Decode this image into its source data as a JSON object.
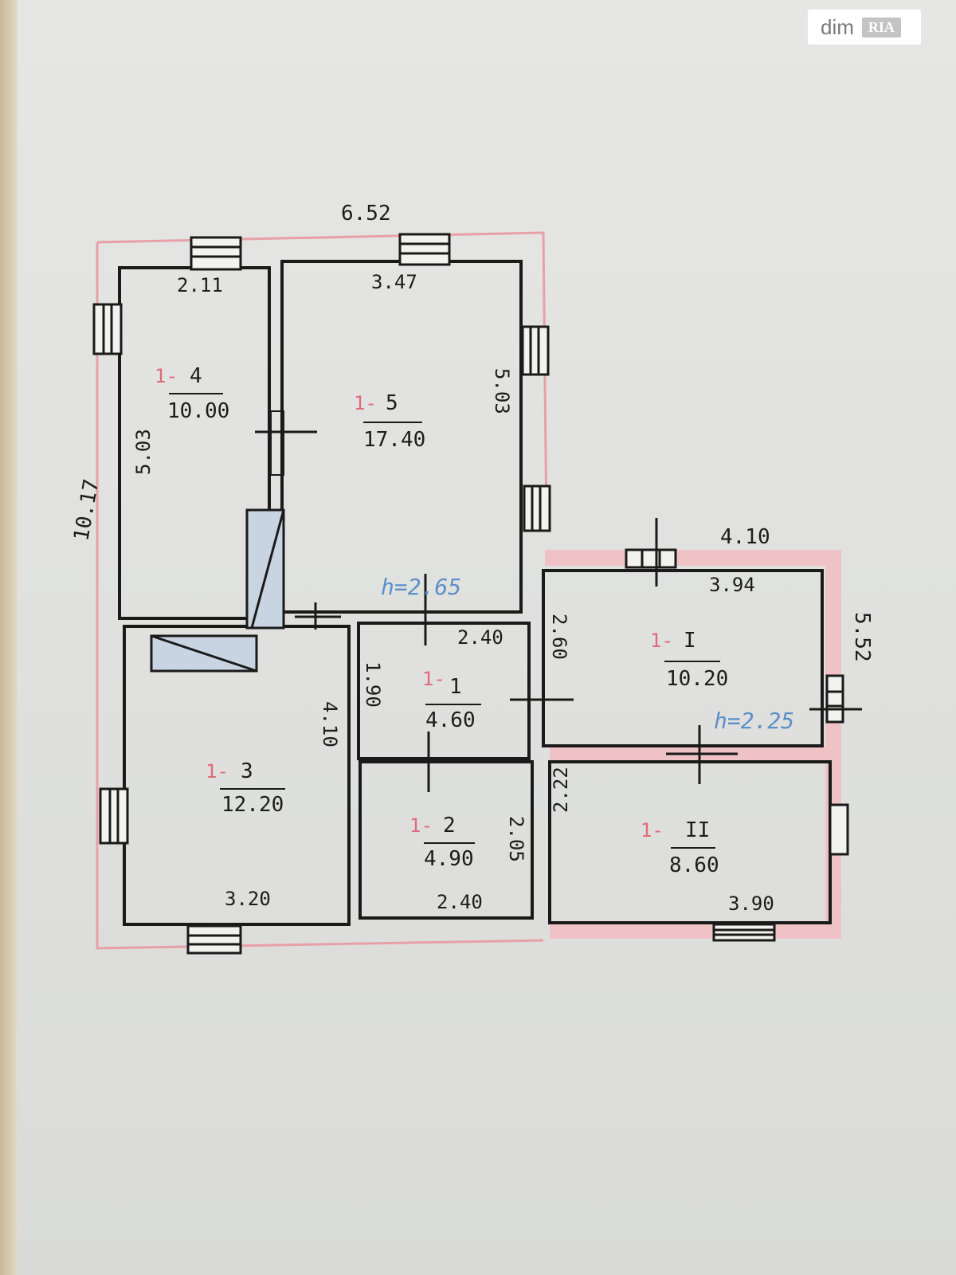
{
  "watermark": {
    "brand_left": "dim",
    "brand_right": "RIA"
  },
  "overall": {
    "width": "6.52",
    "depth": "10.17"
  },
  "rooms": [
    {
      "id": "4",
      "code": "1-",
      "number": "4",
      "area": "10.00",
      "top_dim": "2.11",
      "side_dim": "5.03"
    },
    {
      "id": "5",
      "code": "1-",
      "number": "5",
      "area": "17.40",
      "top_dim": "3.47",
      "side_dim": "5.03",
      "height_note": "h=2.65"
    },
    {
      "id": "3",
      "code": "1-",
      "number": "3",
      "area": "12.20",
      "bottom_dim": "3.20",
      "side_dim": "4.10"
    },
    {
      "id": "1",
      "code": "1-",
      "number": "1",
      "area": "4.60",
      "top_dim": "2.40",
      "side_dim": "1.90"
    },
    {
      "id": "2",
      "code": "1-",
      "number": "2",
      "area": "4.90",
      "bottom_dim": "2.40",
      "side_dim": "2.05"
    },
    {
      "id": "I",
      "code": "1-",
      "number": "I",
      "area": "10.20",
      "top_dim": "3.94",
      "side_dim": "2.60",
      "height_note": "h=2.25"
    },
    {
      "id": "II",
      "code": "1-",
      "number": "II",
      "area": "8.60",
      "bottom_dim": "3.90",
      "side_dim": "2.22"
    }
  ],
  "annex": {
    "width": "4.10",
    "depth": "5.52"
  }
}
